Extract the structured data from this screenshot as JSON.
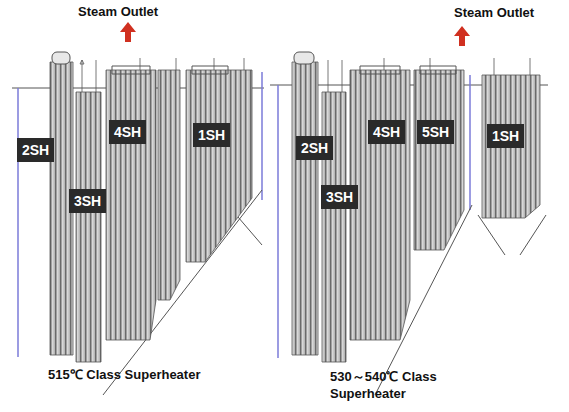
{
  "diagram": {
    "nodes": [
      {
        "text": [
          "2SH"
        ]
      },
      {
        "text": [
          "3SH"
        ]
      },
      {
        "text": [
          "4SH"
        ]
      },
      {
        "text": [
          "1SH"
        ]
      },
      {
        "text": [
          "2SH"
        ]
      },
      {
        "text": [
          "3SH"
        ]
      },
      {
        "text": [
          "4SH"
        ]
      },
      {
        "text": [
          "5SH"
        ]
      },
      {
        "text": [
          "1SH"
        ]
      }
    ],
    "labels": [
      "Steam Outlet",
      "Steam Outlet",
      "515℃ Class Superheater",
      "530～540℃ Class Superheater"
    ]
  }
}
